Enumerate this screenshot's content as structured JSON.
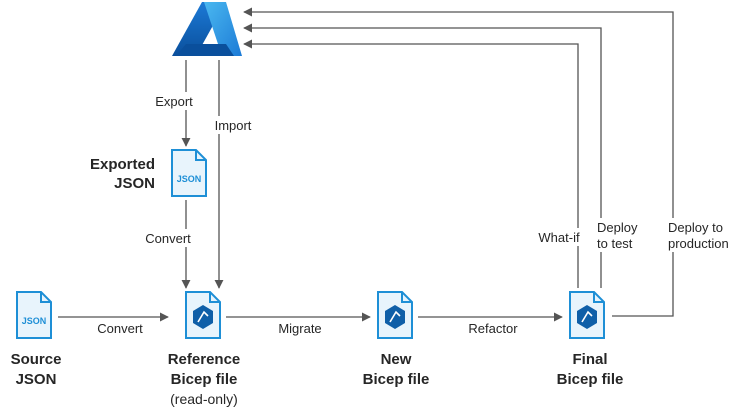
{
  "colors": {
    "azure_dark": "#0a4f9c",
    "azure_mid": "#1c7ad6",
    "azure_light": "#4ab8f0",
    "doc_blue": "#1e8fd6",
    "doc_fill": "#e8f4fc",
    "line": "#555555"
  },
  "icons": {
    "azure": "azure-logo-icon",
    "json": "json-file-icon",
    "bicep": "bicep-file-icon"
  },
  "nodes": {
    "exported_json": {
      "line1": "Exported",
      "line2": "JSON",
      "icon_text": "JSON"
    },
    "source_json": {
      "line1": "Source",
      "line2": "JSON",
      "icon_text": "JSON"
    },
    "reference_bicep": {
      "line1": "Reference",
      "line2": "Bicep file",
      "line3": "(read-only)"
    },
    "new_bicep": {
      "line1": "New",
      "line2": "Bicep file"
    },
    "final_bicep": {
      "line1": "Final",
      "line2": "Bicep file"
    }
  },
  "edges": {
    "export": "Export",
    "import": "Import",
    "convert_exported": "Convert",
    "convert_source": "Convert",
    "migrate": "Migrate",
    "refactor": "Refactor",
    "what_if": "What-if",
    "deploy_test": {
      "line1": "Deploy",
      "line2": "to test"
    },
    "deploy_production": {
      "line1": "Deploy to",
      "line2": "production"
    }
  }
}
